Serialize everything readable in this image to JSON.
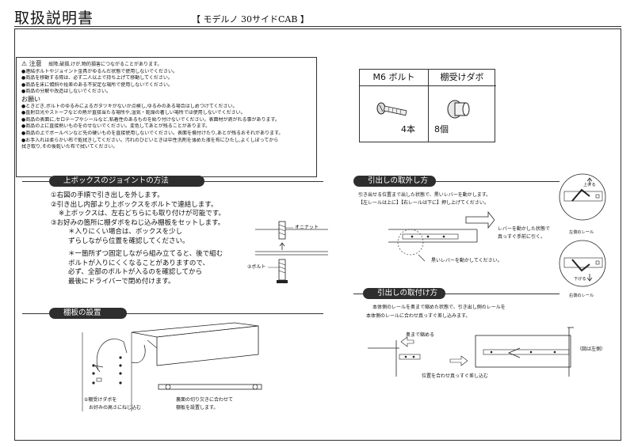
{
  "header": {
    "title": "取扱説明書",
    "subtitle": "【 モデルノ  30サイドCAB 】"
  },
  "warning": {
    "caution_label": "注意",
    "caution_intro": "故障,破損,けが,物的損害につながることがあります。",
    "caution_items": [
      "●連結ボルトやジョイント金具がゆるんだ状態で使用しないでください。",
      "●商品を移動する際は、必ず二人以上で持ち上げて移動してください。",
      "●商品を床に傾斜や段差のある不安定な場所で使用しないでください。",
      "●商品の分解や改造はしないでください。"
    ],
    "request_label": "お願い",
    "request_items": [
      "●ときどき,ボルトのゆるみによるガタツキがないか点検し,ゆるみのある場合はしめつけてください。",
      "●直射日光やストーブなどの熱が直接当たる場所や,湿気・乾燥の著しい場所では使用しないでください。",
      "●商品の表面に,セロテープやシールなど,粘着性のあるものを貼り付けないでください。表面材が剥がれる事があります。",
      "●商品の上に直接熱いものをのせないでください。変色してあとが残ることがあります。",
      "●商品の上でボールペンなど先の硬いものを直接使用しないでください。表面を傷付けたり,あとが残るおそれがあります。",
      "●お手入れは柔らかい布で乾拭きしてください。汚れのひどいときは中性洗剤を薄めた液を布にひたし,よくしぼってから",
      "  拭き取り,その後乾いた布で拭いてください。"
    ]
  },
  "parts": {
    "bolt_label": "M6 ボルト",
    "bolt_qty": "4本",
    "dowel_label": "棚受けダボ",
    "dowel_qty": "8個"
  },
  "joint": {
    "heading": "上ボックスのジョイントの方法",
    "steps": [
      "①右図の手順で引き出しを外します。",
      "②引き出し内部より上ボックスをボルトで連結します。",
      "  ※上ボックスは、左右どちらにも取り付けが可能です。",
      "③お好みの箇所に棚ダボをねじ込み棚板をセットします。"
    ],
    "notes": [
      "＊入りにくい場合は、ボックスを少し",
      "  ずらしながら位置を確認してください。",
      "＊一箇所ずつ固定しながら組み立てると、後で組む",
      "  ボルトが入りにくくなることがありますので、",
      "  必ず、全部のボルトが入るのを確認してから",
      "  最後にドライバーで閉め付けます。"
    ],
    "nut_label": "オニナット",
    "bolt_label": "②ボルト"
  },
  "shelf": {
    "heading": "棚板の設置",
    "dowel_caption_1": "①棚受けダボを",
    "dowel_caption_2": "お好みの高さにねじ込む",
    "board_caption_1": "裏面の切り欠きに合わせて",
    "board_caption_2": "棚板を設置します。"
  },
  "remove": {
    "heading": "引出しの取外し方",
    "text_1": "引き出せる位置まで出した状態で、黒いレバーを動かします。",
    "text_2": "【左レールは上に】【右レールは下に】押し上げてください。",
    "lever_text_1": "レバーを動かした状態で",
    "lever_text_2": "真っすぐ手前に引く。",
    "black_lever": "黒いレバーを動かしてください。",
    "push_up": "上げる",
    "push_down": "下げる",
    "left_rail": "左側のレール",
    "right_rail": "右側のレール"
  },
  "attach": {
    "heading": "引出しの取付け方",
    "text_1": "本体側のレールを奥まで縮めた状態で、引き出し側のレールを",
    "text_2": "本体側のレールに合わせ真っすぐ差し込みます。",
    "shrink": "奥まで縮める",
    "insert": "位置を合わせ真っすぐ差し込む",
    "left_side": "（図は左側）"
  }
}
